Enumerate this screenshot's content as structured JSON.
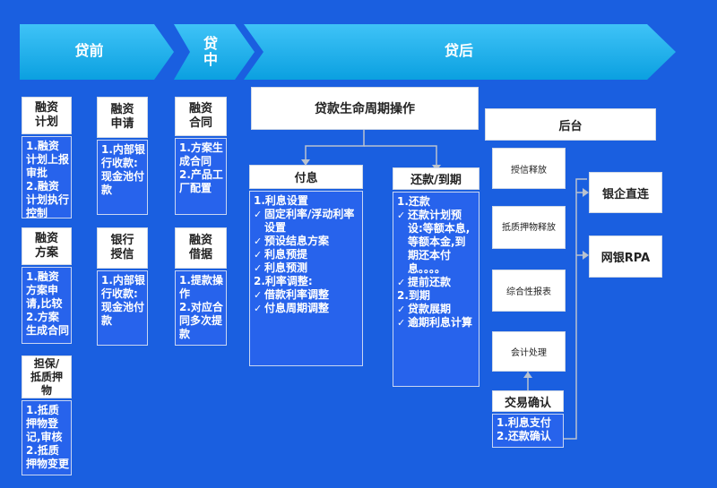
{
  "phases": {
    "pre": "贷前",
    "mid": "贷\n中",
    "post": "贷后"
  },
  "pre_loan": [
    {
      "title": "融资\n计划",
      "lines": [
        "1.融资计划上报审批",
        "2.融资计划执行控制"
      ]
    },
    {
      "title": "融资\n方案",
      "lines": [
        "1.融资方案申请,比较",
        "2.方案生成合同"
      ]
    },
    {
      "title": "担保/\n抵质押\n物",
      "lines": [
        "1.抵质押物登记,审核",
        "2.抵质押物变更"
      ]
    },
    {
      "title": "融资\n申请",
      "lines": [
        "1.内部银行收款:现金池付款"
      ]
    },
    {
      "title": "银行\n授信",
      "lines": [
        "1.内部银行收款:现金池付款"
      ]
    }
  ],
  "in_loan": [
    {
      "title": "融资\n合同",
      "lines": [
        "1.方案生成合同",
        "2.产品工厂配置"
      ]
    },
    {
      "title": "融资\n借据",
      "lines": [
        "1.提款操作",
        "2.对应合同多次提款"
      ]
    }
  ],
  "lifecycle": {
    "title": "贷款生命周期操作",
    "interest": {
      "title": "付息",
      "items": [
        {
          "text": "1.利息设置",
          "check": false
        },
        {
          "text": "固定利率/浮动利率设置",
          "check": true
        },
        {
          "text": "预设结息方案",
          "check": true
        },
        {
          "text": "利息预提",
          "check": true
        },
        {
          "text": "利息预测",
          "check": true
        },
        {
          "text": "2.利率调整:",
          "check": false
        },
        {
          "text": "借款利率调整",
          "check": true
        },
        {
          "text": "付息周期调整",
          "check": true
        }
      ]
    },
    "repay": {
      "title": "还款/到期",
      "items": [
        {
          "text": "1.还款",
          "check": false
        },
        {
          "text": "还款计划预设:等额本息,等额本金,到期还本付息。。。。",
          "check": true
        },
        {
          "text": "提前还款",
          "check": true
        },
        {
          "text": "2.到期",
          "check": false
        },
        {
          "text": "贷款展期",
          "check": true
        },
        {
          "text": "逾期利息计算",
          "check": true
        }
      ]
    }
  },
  "backoffice": {
    "title": "后台",
    "items": [
      "授信释放",
      "抵质押物释放",
      "综合性报表",
      "会计处理"
    ],
    "confirm": {
      "title": "交易确认",
      "lines": [
        "1.利息支付",
        "2.还款确认"
      ]
    }
  },
  "outputs": [
    "银企直连",
    "网银RPA"
  ]
}
